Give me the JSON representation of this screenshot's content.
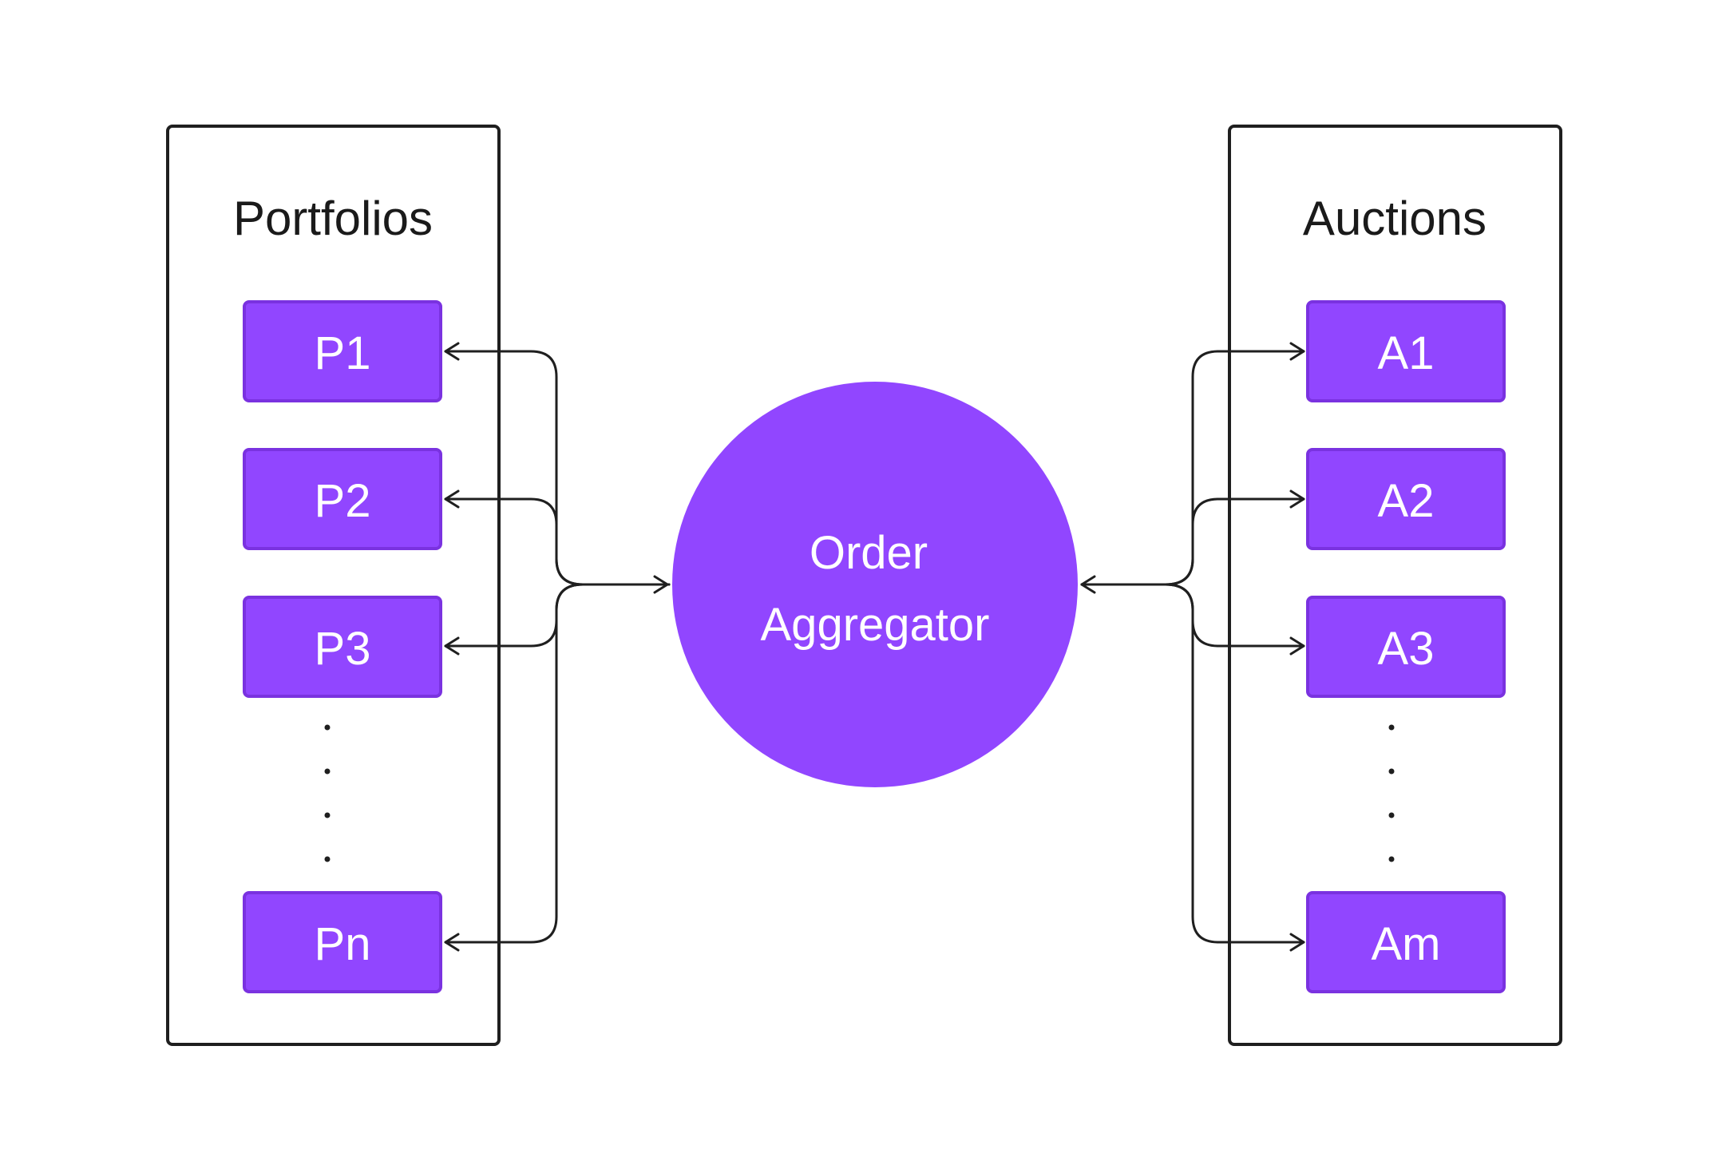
{
  "colors": {
    "node_fill": "#9146ff",
    "node_stroke": "#7a32e0",
    "line": "#1f1f1f",
    "background": "#ffffff"
  },
  "left_group": {
    "title": "Portfolios",
    "nodes": [
      "P1",
      "P2",
      "P3",
      "Pn"
    ]
  },
  "right_group": {
    "title": "Auctions",
    "nodes": [
      "A1",
      "A2",
      "A3",
      "Am"
    ]
  },
  "hub": {
    "line1": "Order",
    "line2": "Aggregator"
  }
}
